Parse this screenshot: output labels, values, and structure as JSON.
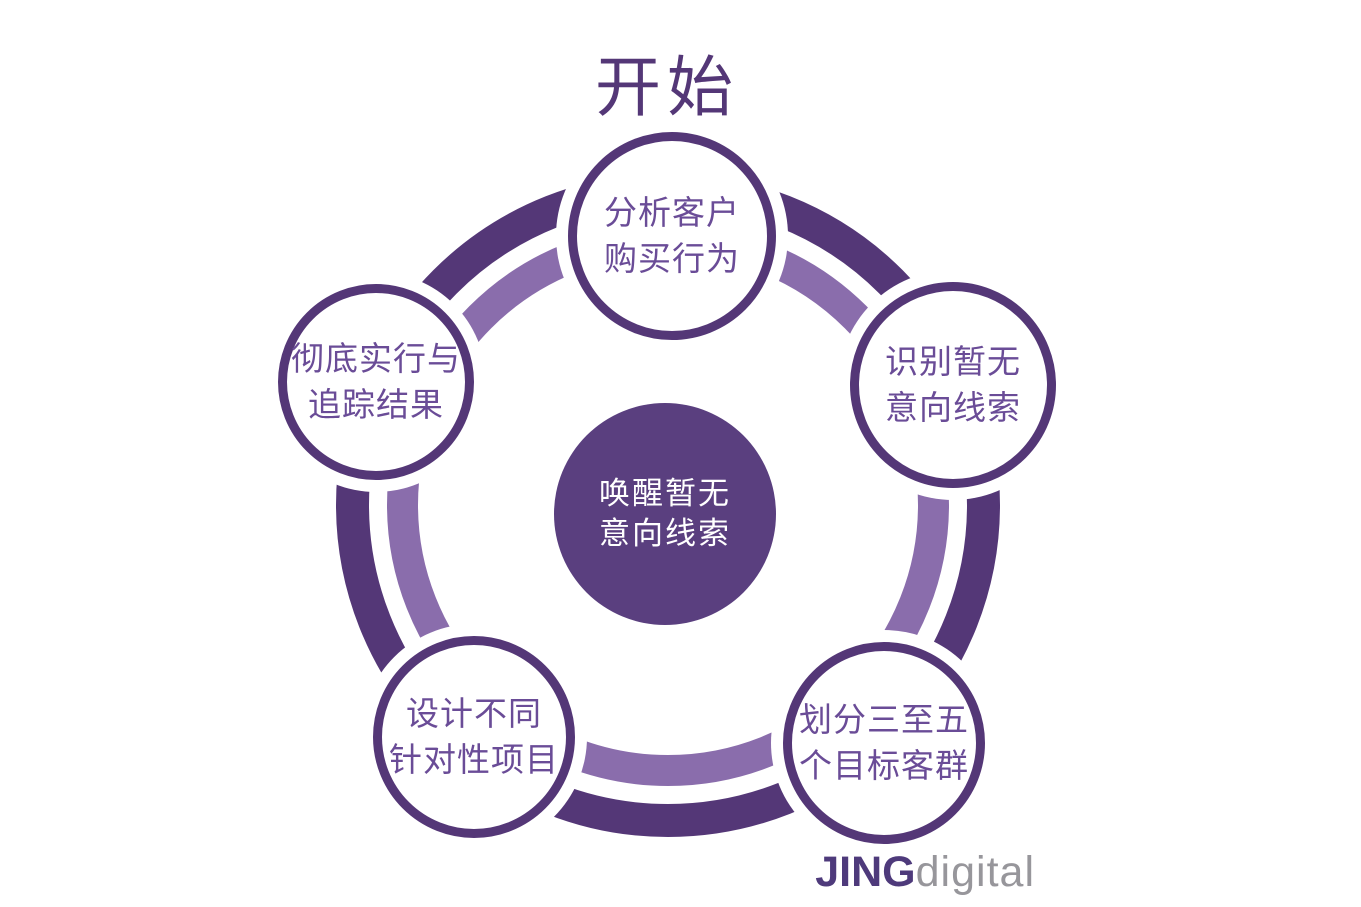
{
  "title": "开始",
  "center_node": {
    "label": "唤醒暂无\n意向线索"
  },
  "cycle_nodes": [
    {
      "name": "analyze-customer-purchase-behavior",
      "position": "top",
      "label": "分析客户\n购买行为"
    },
    {
      "name": "identify-no-intent-leads",
      "position": "right",
      "label": "识别暂无\n意向线索"
    },
    {
      "name": "segment-three-to-five-target-groups",
      "position": "bottom-right",
      "label": "划分三至五\n个目标客群"
    },
    {
      "name": "design-targeted-programs",
      "position": "bottom-left",
      "label": "设计不同\n针对性项目"
    },
    {
      "name": "implement-and-track-results",
      "position": "left",
      "label": "彻底实行与\n追踪结果"
    }
  ],
  "logo": {
    "primary": "JING",
    "secondary": "digital"
  },
  "colors": {
    "dark_purple": "#543777",
    "light_purple": "#8a6dac",
    "center_fill": "#5a3f7f",
    "node_text": "#6a4c97",
    "logo_primary": "#4e3a7b",
    "logo_secondary": "#97969b"
  }
}
